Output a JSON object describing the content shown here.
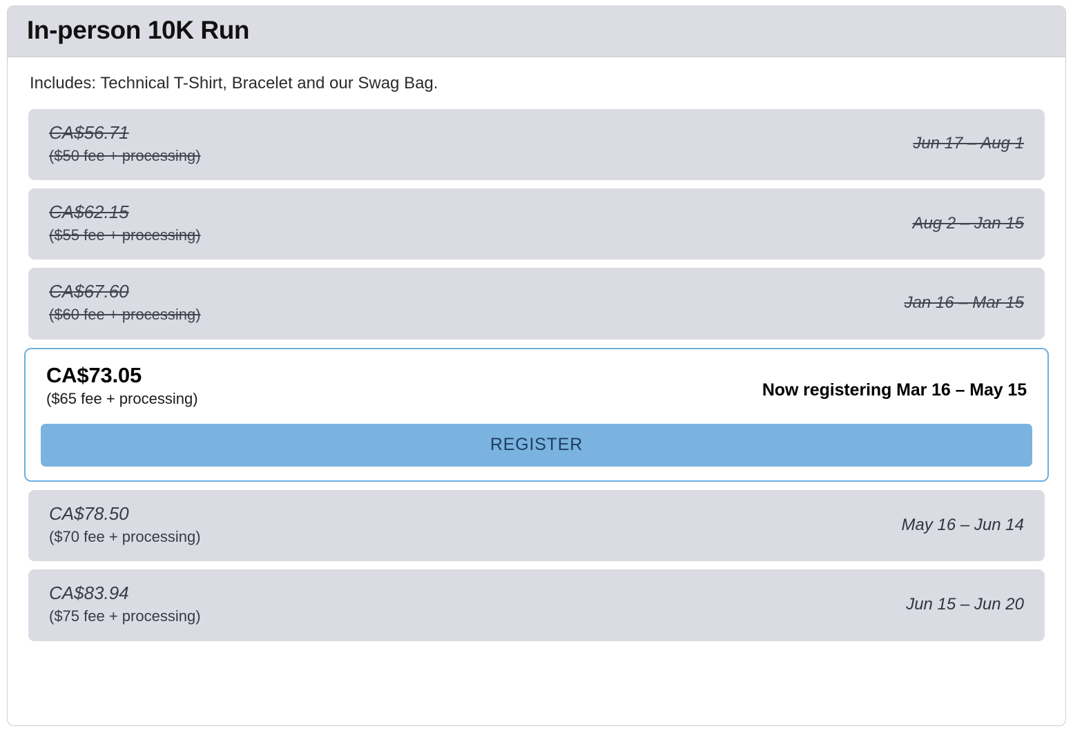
{
  "card": {
    "title": "In-person 10K Run",
    "includes": "Includes: Technical T-Shirt, Bracelet and our Swag Bag.",
    "colors": {
      "header_background": "#dcdce4",
      "row_background": "#dbdbe4",
      "active_border": "#6cafe2",
      "register_button_background": "#7ab3df",
      "register_button_text": "#1f3d63",
      "card_border": "#cfcfd6"
    },
    "tiers": [
      {
        "price": "CA$56.71",
        "sub": "($50 fee + processing)",
        "dates": "Jun 17 – Aug 1",
        "state": "past"
      },
      {
        "price": "CA$62.15",
        "sub": "($55 fee + processing)",
        "dates": "Aug 2 – Jan 15",
        "state": "past"
      },
      {
        "price": "CA$67.60",
        "sub": "($60 fee + processing)",
        "dates": "Jan 16 – Mar 15",
        "state": "past"
      },
      {
        "price": "CA$73.05",
        "sub": "($65 fee + processing)",
        "dates": "Now registering Mar 16 – May 15",
        "state": "active",
        "register_label": "REGISTER"
      },
      {
        "price": "CA$78.50",
        "sub": "($70 fee + processing)",
        "dates": "May 16 – Jun 14",
        "state": "upcoming"
      },
      {
        "price": "CA$83.94",
        "sub": "($75 fee + processing)",
        "dates": "Jun 15 – Jun 20",
        "state": "upcoming"
      }
    ]
  }
}
